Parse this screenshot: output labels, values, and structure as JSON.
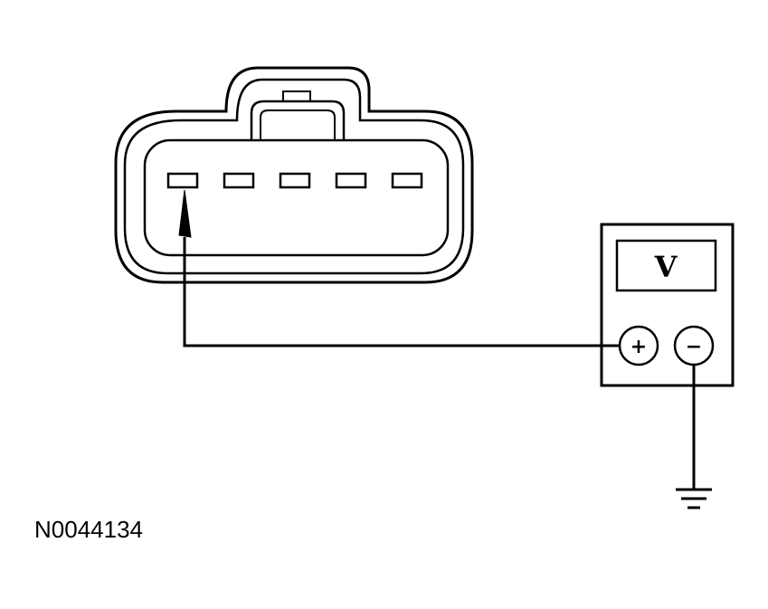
{
  "figure_id": "N0044134",
  "meter": {
    "display_symbol": "V",
    "positive_symbol": "+",
    "negative_symbol": "−"
  },
  "connector": {
    "pin_count": 5,
    "probed_pin": 1
  },
  "colors": {
    "line": "#000000",
    "background": "#ffffff"
  }
}
